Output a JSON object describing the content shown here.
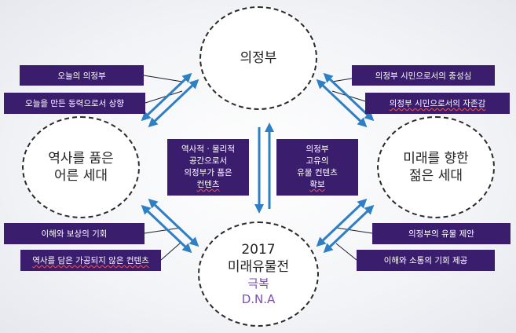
{
  "circles": {
    "top": {
      "label": "의정부"
    },
    "left": {
      "line1": "역사를 품은",
      "line2": "어른 세대"
    },
    "right": {
      "line1": "미래를 향한",
      "line2": "젊은 세대"
    },
    "bottom": {
      "line1": "2017",
      "line2": "미래유물전",
      "line3": "극복",
      "line4": "D.N.A"
    }
  },
  "boxes": {
    "top_left_1": "오늘의 의정부",
    "top_left_2": "오늘을 만든 동력으로서 상향",
    "top_right_1": "의정부 시민으로서의 충성심",
    "top_right_2": "의정부 시민으로서의 자존감",
    "bottom_left_1": "이해와 보상의 기회",
    "bottom_left_2": "역사를 담은 가공되지 않은 컨텐츠",
    "bottom_right_1": "의정부의 유물 제안",
    "bottom_right_2": "이해와 소통의 기회 제공"
  },
  "center_left": {
    "l1": "역사적 · 물리적",
    "l2": "공간으로서",
    "l3": "의정부가 품은",
    "l4": "컨텐츠"
  },
  "center_right": {
    "l1": "의정부",
    "l2": "고유의",
    "l3": "유물 컨텐츠",
    "l4": "확보"
  },
  "colors": {
    "box": "#3b1d6e",
    "arrow": "#2f7fc4",
    "accent": "#7a4fb0"
  }
}
